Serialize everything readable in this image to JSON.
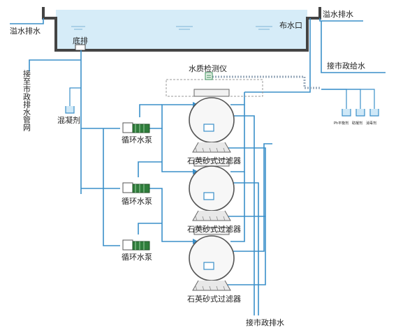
{
  "labels": {
    "overflow_left": "溢水排水",
    "overflow_right": "溢水排水",
    "bottom_drain": "底排",
    "inlet": "布水口",
    "to_municipal_drain": "接至市政排水管网",
    "coagulant": "混凝剂",
    "water_quality_monitor": "水质检测仪",
    "municipal_water_supply": "接市政给水",
    "ph_regulator": "Ph平衡剂",
    "flocculant_small": "助凝剂",
    "disinfectant": "消毒剂",
    "pump_1": "循环水泵",
    "pump_2": "循环水泵",
    "pump_3": "循环水泵",
    "filter_1": "石英砂式过滤器",
    "filter_2": "石英砂式过滤器",
    "filter_3": "石英砂式过滤器",
    "municipal_drain": "接市政排水"
  },
  "colors": {
    "pipe": "#3a8fc9",
    "water": "#cfe8f7",
    "outline": "#555555",
    "pump_green": "#2f7d3b"
  }
}
